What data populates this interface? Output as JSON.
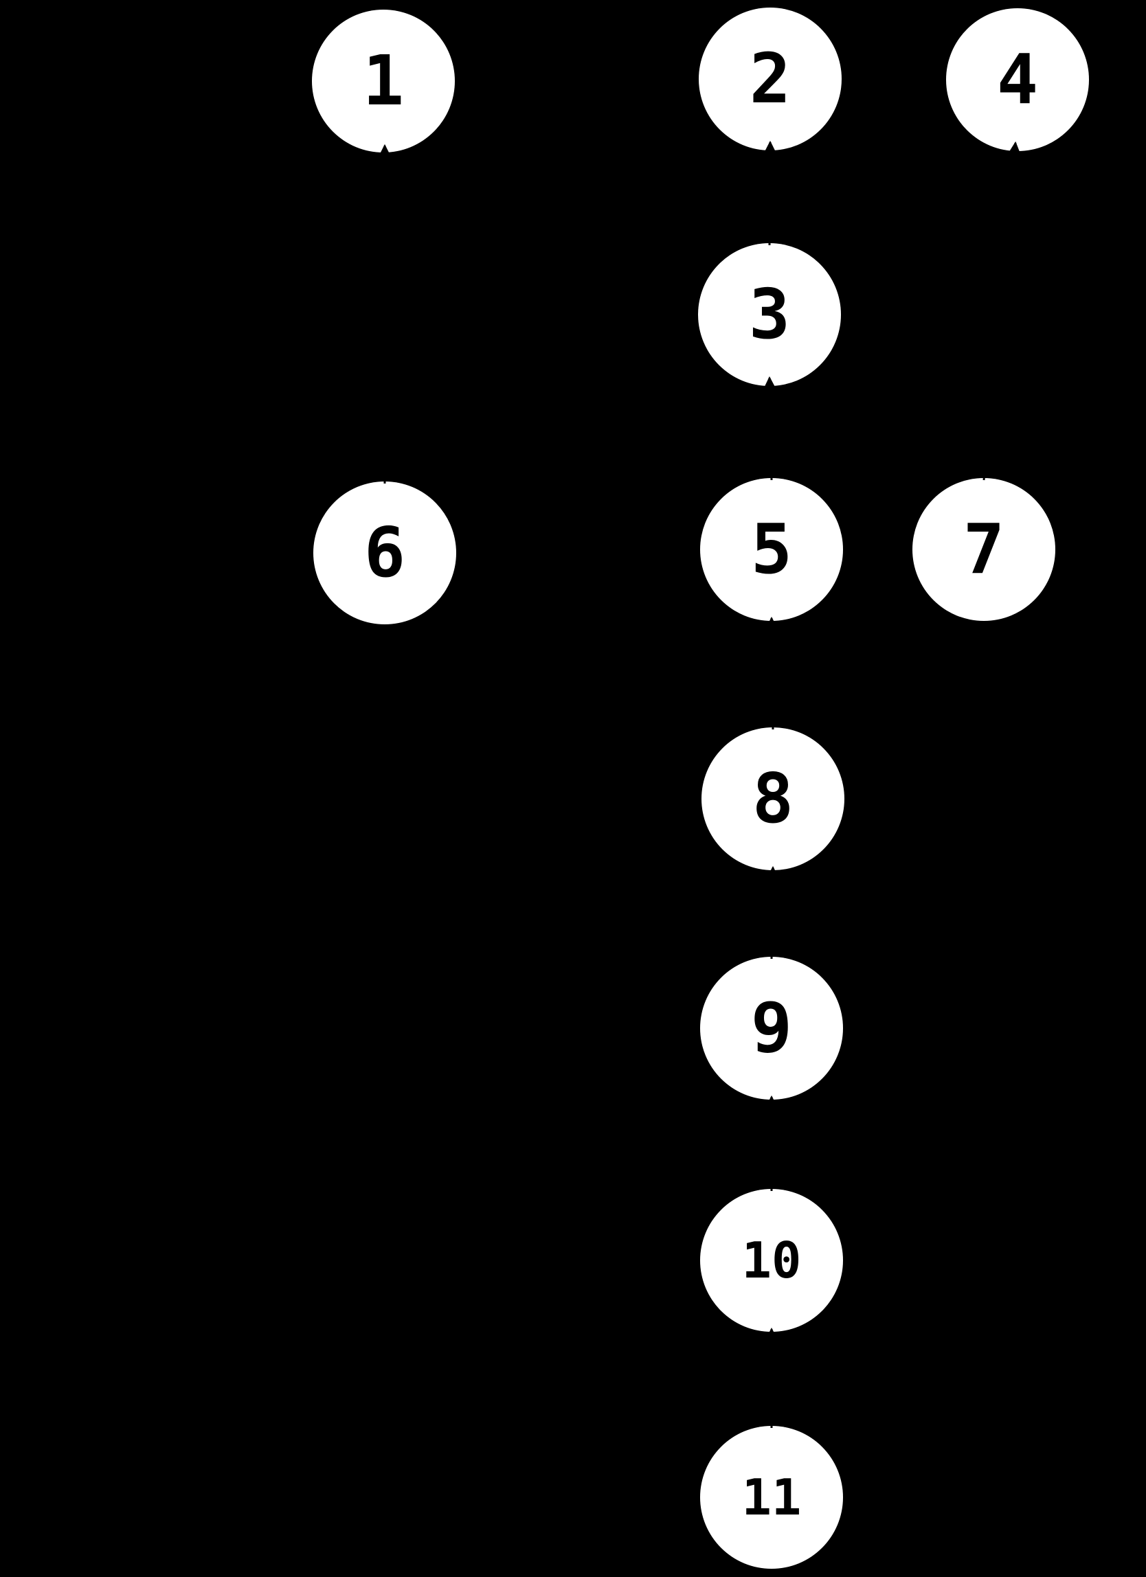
{
  "diagram": {
    "type": "directed-graph",
    "background_color": "#000000",
    "node_fill_color": "#ffffff",
    "node_text_color": "#000000",
    "edge_color": "#000000",
    "nodes": [
      {
        "id": "1",
        "label": "1"
      },
      {
        "id": "2",
        "label": "2"
      },
      {
        "id": "3",
        "label": "3"
      },
      {
        "id": "4",
        "label": "4"
      },
      {
        "id": "5",
        "label": "5"
      },
      {
        "id": "6",
        "label": "6"
      },
      {
        "id": "7",
        "label": "7"
      },
      {
        "id": "8",
        "label": "8"
      },
      {
        "id": "9",
        "label": "9"
      },
      {
        "id": "10",
        "label": "10"
      },
      {
        "id": "11",
        "label": "11"
      }
    ],
    "edges": [
      {
        "from": "6",
        "to": "1"
      },
      {
        "from": "3",
        "to": "2"
      },
      {
        "from": "5",
        "to": "3"
      },
      {
        "from": "7",
        "to": "4"
      },
      {
        "from": "8",
        "to": "5"
      },
      {
        "from": "9",
        "to": "8"
      },
      {
        "from": "10",
        "to": "9"
      },
      {
        "from": "11",
        "to": "10"
      }
    ]
  }
}
